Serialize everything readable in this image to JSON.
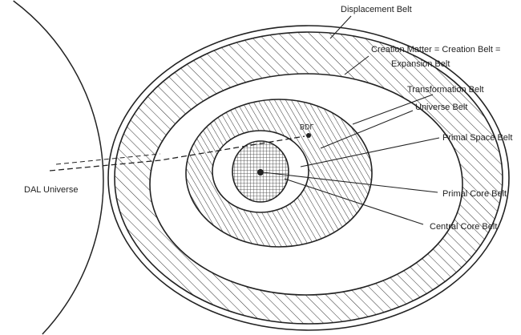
{
  "labels": {
    "displacement": "Displacement Belt",
    "creation_1": "Creation Matter = Creation Belt =",
    "creation_2": "Expansion Belt",
    "transformation": "Transformation Belt",
    "universe": "Universe Belt",
    "primal_space": "Primal Space Belt",
    "primal_core": "Primal Core Belt",
    "central_core": "Central Core Belt",
    "dal_universe": "DAL Universe",
    "bdl": "BDL"
  }
}
